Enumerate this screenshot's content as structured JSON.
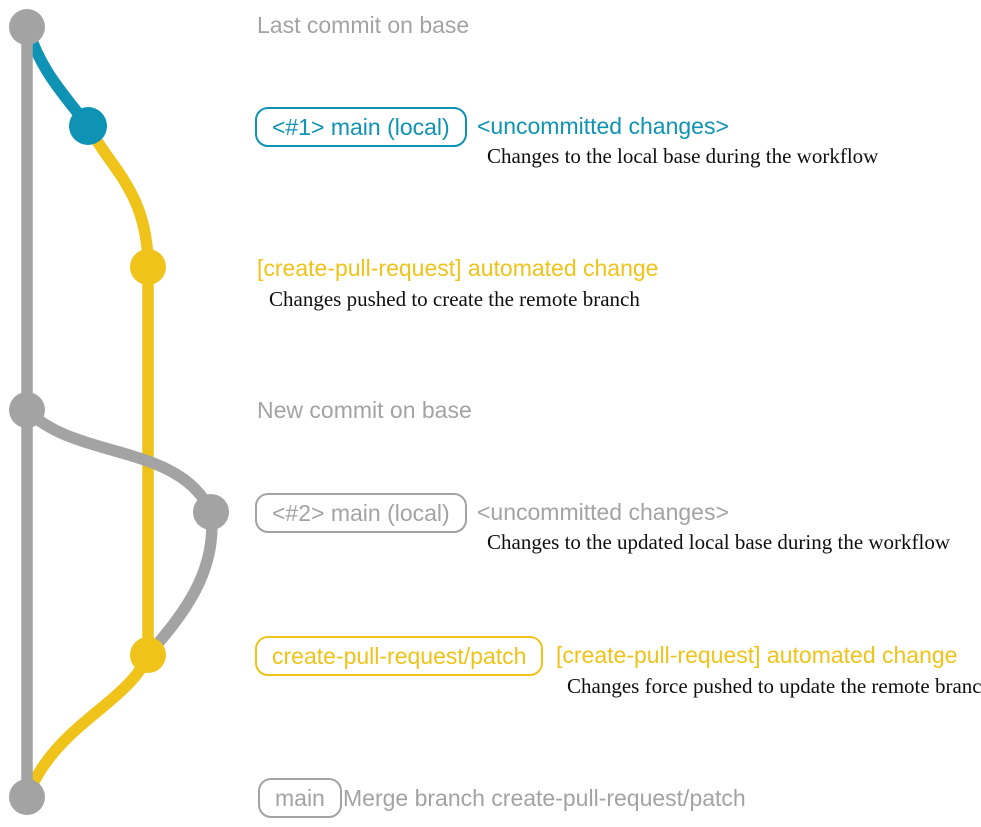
{
  "colors": {
    "teal": "#0E93B4",
    "yellow": "#EFC319",
    "gray": "#A3A3A3",
    "caption": "#0f0f0f",
    "background": "#FFFFFF"
  },
  "graph": {
    "type": "git-commit-graph",
    "nodes": [
      {
        "id": "base-last-commit",
        "color": "gray",
        "label": "Last commit on base"
      },
      {
        "id": "main-local-1",
        "color": "teal",
        "label": "<#1> main (local)"
      },
      {
        "id": "cpr-commit-1",
        "color": "yellow",
        "label": "[create-pull-request] automated change"
      },
      {
        "id": "base-new-commit",
        "color": "gray",
        "label": "New commit on base"
      },
      {
        "id": "main-local-2",
        "color": "gray",
        "label": "<#2> main (local)"
      },
      {
        "id": "cpr-commit-2",
        "color": "yellow",
        "label": "create-pull-request/patch"
      },
      {
        "id": "merge-commit",
        "color": "gray",
        "label": "main"
      }
    ],
    "edges": [
      {
        "from": "base-last-commit",
        "to": "main-local-1",
        "color": "teal"
      },
      {
        "from": "main-local-1",
        "to": "cpr-commit-1",
        "color": "yellow"
      },
      {
        "from": "cpr-commit-1",
        "to": "cpr-commit-2",
        "color": "yellow"
      },
      {
        "from": "base-last-commit",
        "to": "merge-commit",
        "color": "gray"
      },
      {
        "from": "base-new-commit",
        "to": "main-local-2",
        "color": "gray"
      },
      {
        "from": "main-local-2",
        "to": "cpr-commit-2",
        "color": "gray"
      },
      {
        "from": "cpr-commit-2",
        "to": "merge-commit",
        "color": "yellow"
      }
    ]
  },
  "annotations": {
    "last_commit_note": "Last commit on base",
    "row_main1": {
      "badge": "<#1> main (local)",
      "status": "<uncommitted changes>",
      "caption": "Changes to the local base during the workflow"
    },
    "row_cpr1": {
      "title": "[create-pull-request] automated change",
      "caption": "Changes pushed to create the remote branch"
    },
    "new_commit_note": "New commit on base",
    "row_main2": {
      "badge": "<#2> main (local)",
      "status": "<uncommitted changes>",
      "caption": "Changes to the updated local base during the workflow"
    },
    "row_cpr2": {
      "badge": "create-pull-request/patch",
      "title": "[create-pull-request] automated change",
      "caption": "Changes force pushed to update the remote branch"
    },
    "row_merge": {
      "badge": "main",
      "caption": "Merge branch create-pull-request/patch"
    }
  }
}
